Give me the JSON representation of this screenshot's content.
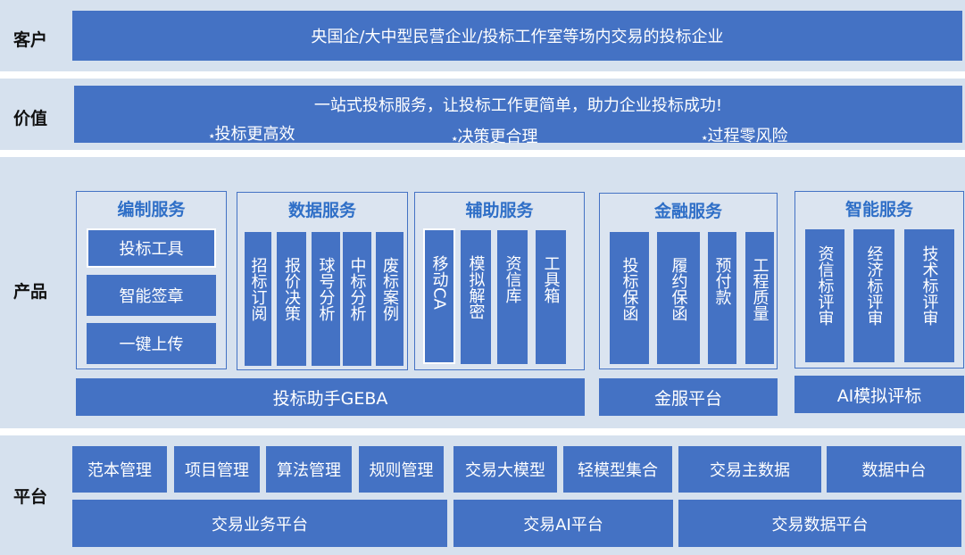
{
  "rows": {
    "customer_label": "客户",
    "value_label": "价值",
    "product_label": "产品",
    "platform_label": "平台"
  },
  "customer": {
    "text": "央国企/大中型民营企业/投标工作室等场内交易的投标企业"
  },
  "value": {
    "headline": "一站式投标服务，让投标工作更简单，助力企业投标成功!",
    "points": [
      "投标更高效",
      "决策更合理",
      "过程零风险"
    ],
    "star": "⭑"
  },
  "product": {
    "groups": [
      {
        "title": "编制服务",
        "items": [
          "投标工具",
          "智能签章",
          "一键上传"
        ]
      },
      {
        "title": "数据服务",
        "items": [
          "招标订阅",
          "报价决策",
          "球号分析",
          "中标分析",
          "废标案例"
        ]
      },
      {
        "title": "辅助服务",
        "items": [
          "移动CA",
          "模拟解密",
          "资信库",
          "工具箱"
        ]
      },
      {
        "title": "金融服务",
        "items": [
          "投标保函",
          "履约保函",
          "预付款",
          "工程质量"
        ]
      },
      {
        "title": "智能服务",
        "items": [
          "资信标评审",
          "经济标评审",
          "技术标评审"
        ]
      }
    ],
    "bottom_bars": [
      "投标助手GEBA",
      "金服平台",
      "AI模拟评标"
    ]
  },
  "platform": {
    "tools": [
      "范本管理",
      "项目管理",
      "算法管理",
      "规则管理",
      "交易大模型",
      "轻模型集合",
      "交易主数据",
      "数据中台"
    ],
    "bases": [
      "交易业务平台",
      "交易AI平台",
      "交易数据平台"
    ]
  },
  "colors": {
    "accent": "#4472c4",
    "band": "#d6e1ee",
    "title_blue": "#2f6fc7"
  }
}
